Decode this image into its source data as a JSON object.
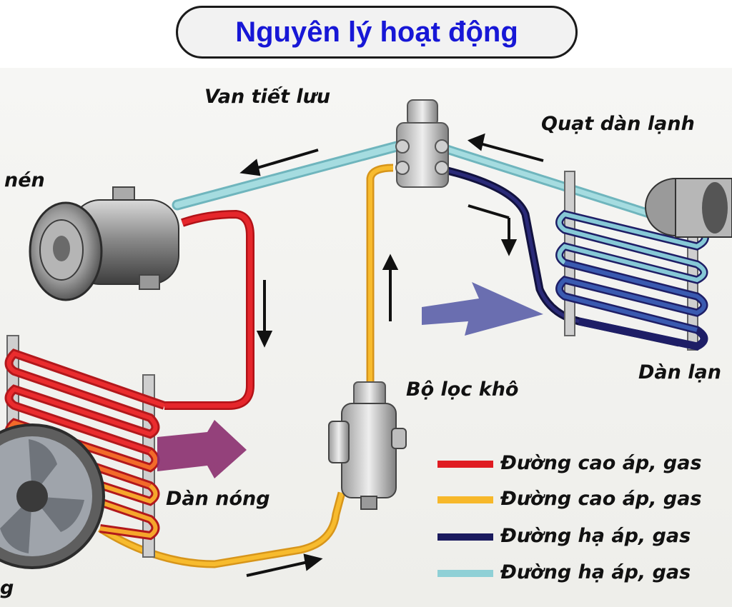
{
  "title": "Nguyên lý hoạt động",
  "components": {
    "expansion_valve": "Van tiết lưu",
    "evaporator_fan": "Quạt dàn lạnh",
    "compressor_partial": "nén",
    "drier": "Bộ lọc khô",
    "condenser": "Dàn nóng",
    "evaporator_partial": "Dàn lạn",
    "condenser_fan_partial": "g"
  },
  "legend": [
    {
      "label": "Đường cao áp, gas",
      "color": "#e01c22",
      "icon": "red-line"
    },
    {
      "label": "Đường cao áp, gas",
      "color": "#f7b82a",
      "icon": "orange-line"
    },
    {
      "label": "Đường hạ áp, gas",
      "color": "#1b1b5e",
      "icon": "navy-line"
    },
    {
      "label": "Đường hạ áp, gas",
      "color": "#8fd0d6",
      "icon": "light-blue-line"
    }
  ],
  "colors": {
    "high_pressure_gas": "#e01c22",
    "high_pressure_liquid": "#f7b82a",
    "low_pressure_liquid": "#1b1b5e",
    "low_pressure_gas": "#8fd0d6",
    "title_text": "#1717d6",
    "airflow_hot": "#8a2d6e",
    "airflow_cold": "#5b5fa8"
  }
}
